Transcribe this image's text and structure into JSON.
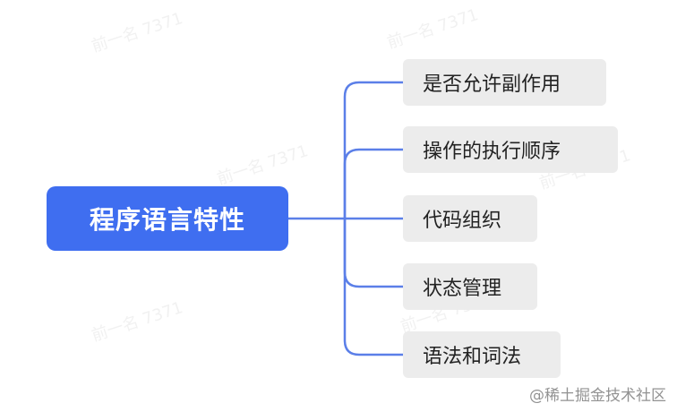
{
  "diagram": {
    "root": {
      "label": "程序语言特性"
    },
    "branches": [
      {
        "label": "是否允许副作用"
      },
      {
        "label": "操作的执行顺序"
      },
      {
        "label": "代码组织"
      },
      {
        "label": "状态管理"
      },
      {
        "label": "语法和词法"
      }
    ]
  },
  "watermarks": [
    "前一名 7371",
    "前一名 7371",
    "前一名 7371",
    "前一名 7371",
    "前一名 7371",
    "前一名 7371"
  ],
  "footer": {
    "credit": "@稀土掘金技术社区"
  },
  "colors": {
    "root_fill": "#3f6ef0",
    "connector": "#5b7fe8",
    "leaf_fill": "#ececec"
  }
}
